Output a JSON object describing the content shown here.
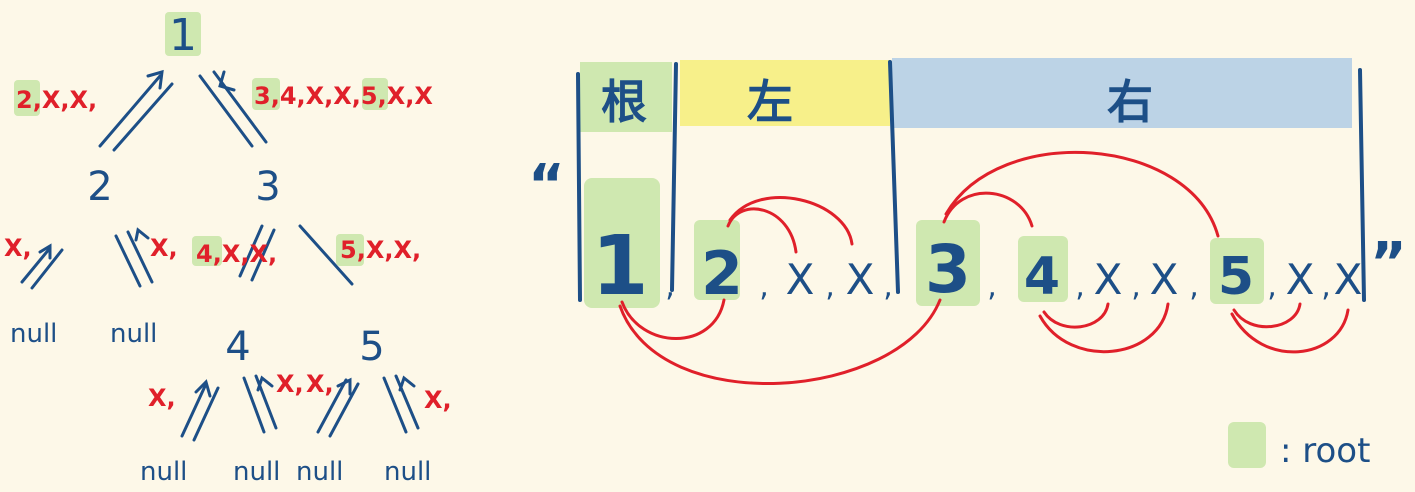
{
  "tree": {
    "nodes": {
      "n1": "1",
      "n2": "2",
      "n3": "3",
      "n4": "4",
      "n5": "5",
      "null_a": "null",
      "null_b": "null",
      "null_c": "null",
      "null_d": "null",
      "null_e": "null",
      "null_f": "null"
    },
    "annotations": {
      "a_root_left": "2,X,X,",
      "a_root_right": "3,4,X,X,5,X,X",
      "a_2_left": "X,",
      "a_2_right": "X,",
      "a_3_left": "4,X,X,",
      "a_3_right": "5,X,X,",
      "a_4_left": "X,",
      "a_4_right": "X,",
      "a_5_left": "X,",
      "a_5_right": "X,"
    }
  },
  "serialization": {
    "sections": {
      "root": "根",
      "left": "左",
      "right": "右"
    },
    "open_quote": "“",
    "close_quote": "”",
    "tokens": {
      "t1": "1",
      "s1": ",",
      "t2": "2",
      "s2": ",",
      "t3": "X",
      "s3": ",",
      "t4": "X",
      "s4": ",",
      "t5": "3",
      "s5": ",",
      "t6": "4",
      "s6": ",",
      "t7": "X",
      "s7": ",",
      "t8": "X",
      "s8": ",",
      "t9": "5",
      "s9": ",",
      "t10": "X",
      "s10": ",",
      "t11": "X"
    }
  },
  "legend": {
    "label": ": root"
  },
  "colors": {
    "background": "#fdf8e8",
    "node_text": "#1d4f87",
    "annotation": "#e0202a",
    "root_highlight": "#cfe8b0",
    "left_highlight": "#f7f08a",
    "right_highlight": "#bcd3e6",
    "arc": "#e0202a"
  }
}
